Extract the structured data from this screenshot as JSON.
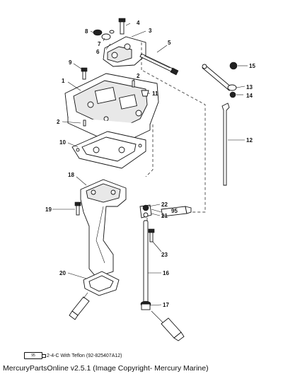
{
  "diagram": {
    "part_numbers": [
      "1",
      "2",
      "2",
      "3",
      "4",
      "5",
      "6",
      "7",
      "8",
      "9",
      "10",
      "11",
      "12",
      "13",
      "14",
      "15",
      "16",
      "17",
      "18",
      "19",
      "20",
      "21",
      "22",
      "23"
    ],
    "tube_label": "95",
    "legend": {
      "tube_label": "95",
      "text": "2-4-C  With Teflon (92-825407A12)"
    },
    "footer": "MercuryPartsOnline v2.5.1 (Image Copyright- Mercury Marine)"
  }
}
